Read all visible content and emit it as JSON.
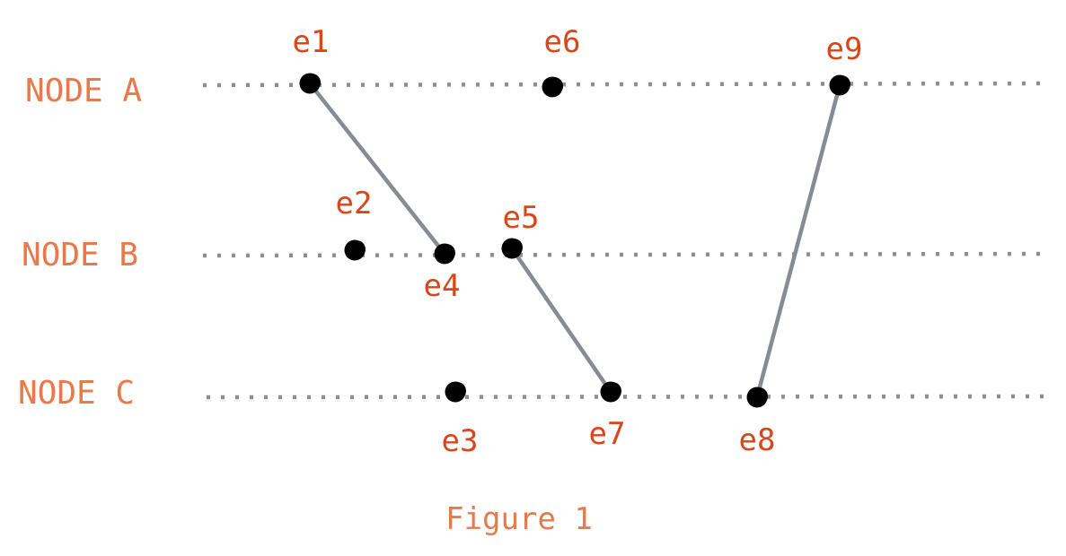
{
  "caption": "Figure 1",
  "colors": {
    "node_label": "#e8794a",
    "event_label": "#d9461a",
    "timeline": "#8a8f96",
    "message": "#878c94",
    "event_dot": "#000000",
    "caption": "#e8794a"
  },
  "nodes": [
    {
      "id": "A",
      "label": "NODE A"
    },
    {
      "id": "B",
      "label": "NODE B"
    },
    {
      "id": "C",
      "label": "NODE C"
    }
  ],
  "events": [
    {
      "id": "e1",
      "label": "e1",
      "node": "A"
    },
    {
      "id": "e6",
      "label": "e6",
      "node": "A"
    },
    {
      "id": "e9",
      "label": "e9",
      "node": "A"
    },
    {
      "id": "e2",
      "label": "e2",
      "node": "B"
    },
    {
      "id": "e4",
      "label": "e4",
      "node": "B"
    },
    {
      "id": "e5",
      "label": "e5",
      "node": "B"
    },
    {
      "id": "e3",
      "label": "e3",
      "node": "C"
    },
    {
      "id": "e7",
      "label": "e7",
      "node": "C"
    },
    {
      "id": "e8",
      "label": "e8",
      "node": "C"
    }
  ],
  "messages": [
    {
      "from": "e1",
      "to": "e4"
    },
    {
      "from": "e5",
      "to": "e7"
    },
    {
      "from": "e8",
      "to": "e9"
    }
  ]
}
